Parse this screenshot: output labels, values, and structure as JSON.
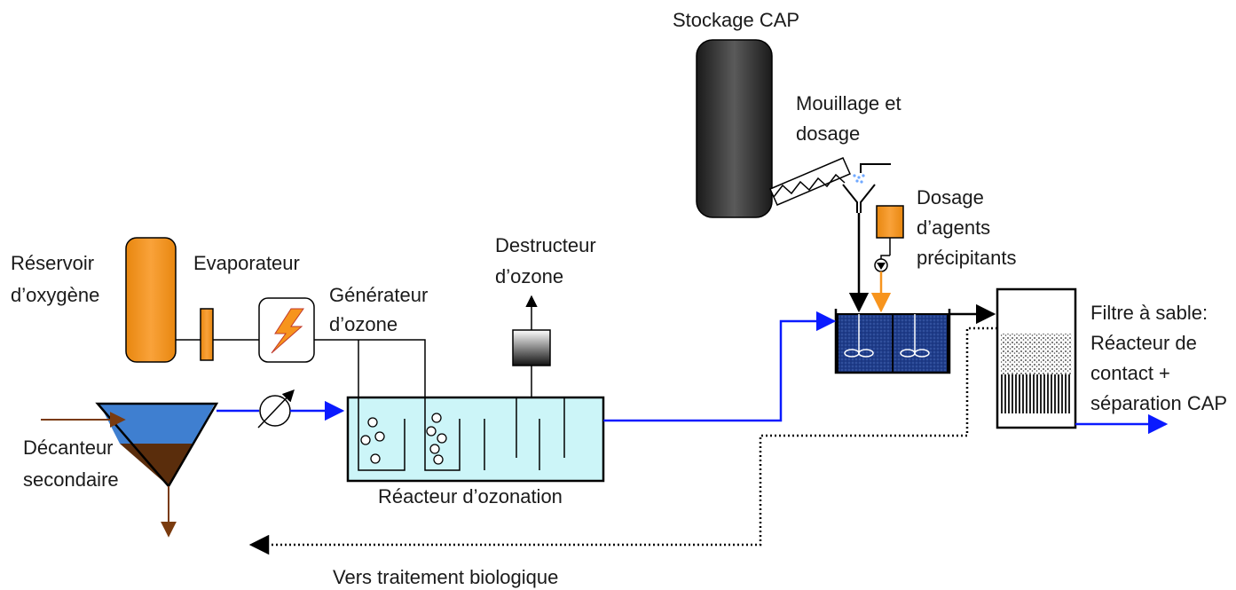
{
  "labels": {
    "stockage_cap": "Stockage CAP",
    "mouillage_l1": "Mouillage et",
    "mouillage_l2": "dosage",
    "dosage_l1": "Dosage",
    "dosage_l2": "d’agents",
    "dosage_l3": "précipitants",
    "destructeur_l1": "Destructeur",
    "destructeur_l2": "d’ozone",
    "reservoir_l1": "Réservoir",
    "reservoir_l2": "d’oxygène",
    "evaporateur": "Evaporateur",
    "generateur_l1": "Générateur",
    "generateur_l2": "d’ozone",
    "filtre_l1": "Filtre à sable:",
    "filtre_l2": "Réacteur de",
    "filtre_l3": "contact +",
    "filtre_l4": "séparation CAP",
    "decanteur_l1": "Décanteur",
    "decanteur_l2": "secondaire",
    "reacteur": "Réacteur d’ozonation",
    "vers": "Vers traitement biologique"
  },
  "colors": {
    "water_line": "#0a1aff",
    "sludge_line": "#7a3b0f",
    "orange": "#f7941d",
    "reactor_fill": "#ccf5f8",
    "tank_fill": "#1f3d8a",
    "clarifier_water": "#3f7fd0",
    "clarifier_sludge": "#5a2d0c",
    "storage_fill": "#3a3a3a"
  },
  "icons": [
    "lightning-icon",
    "flow-meter-icon",
    "pump-icon",
    "mixer-icon",
    "spray-icon",
    "screw-conveyor-icon"
  ]
}
